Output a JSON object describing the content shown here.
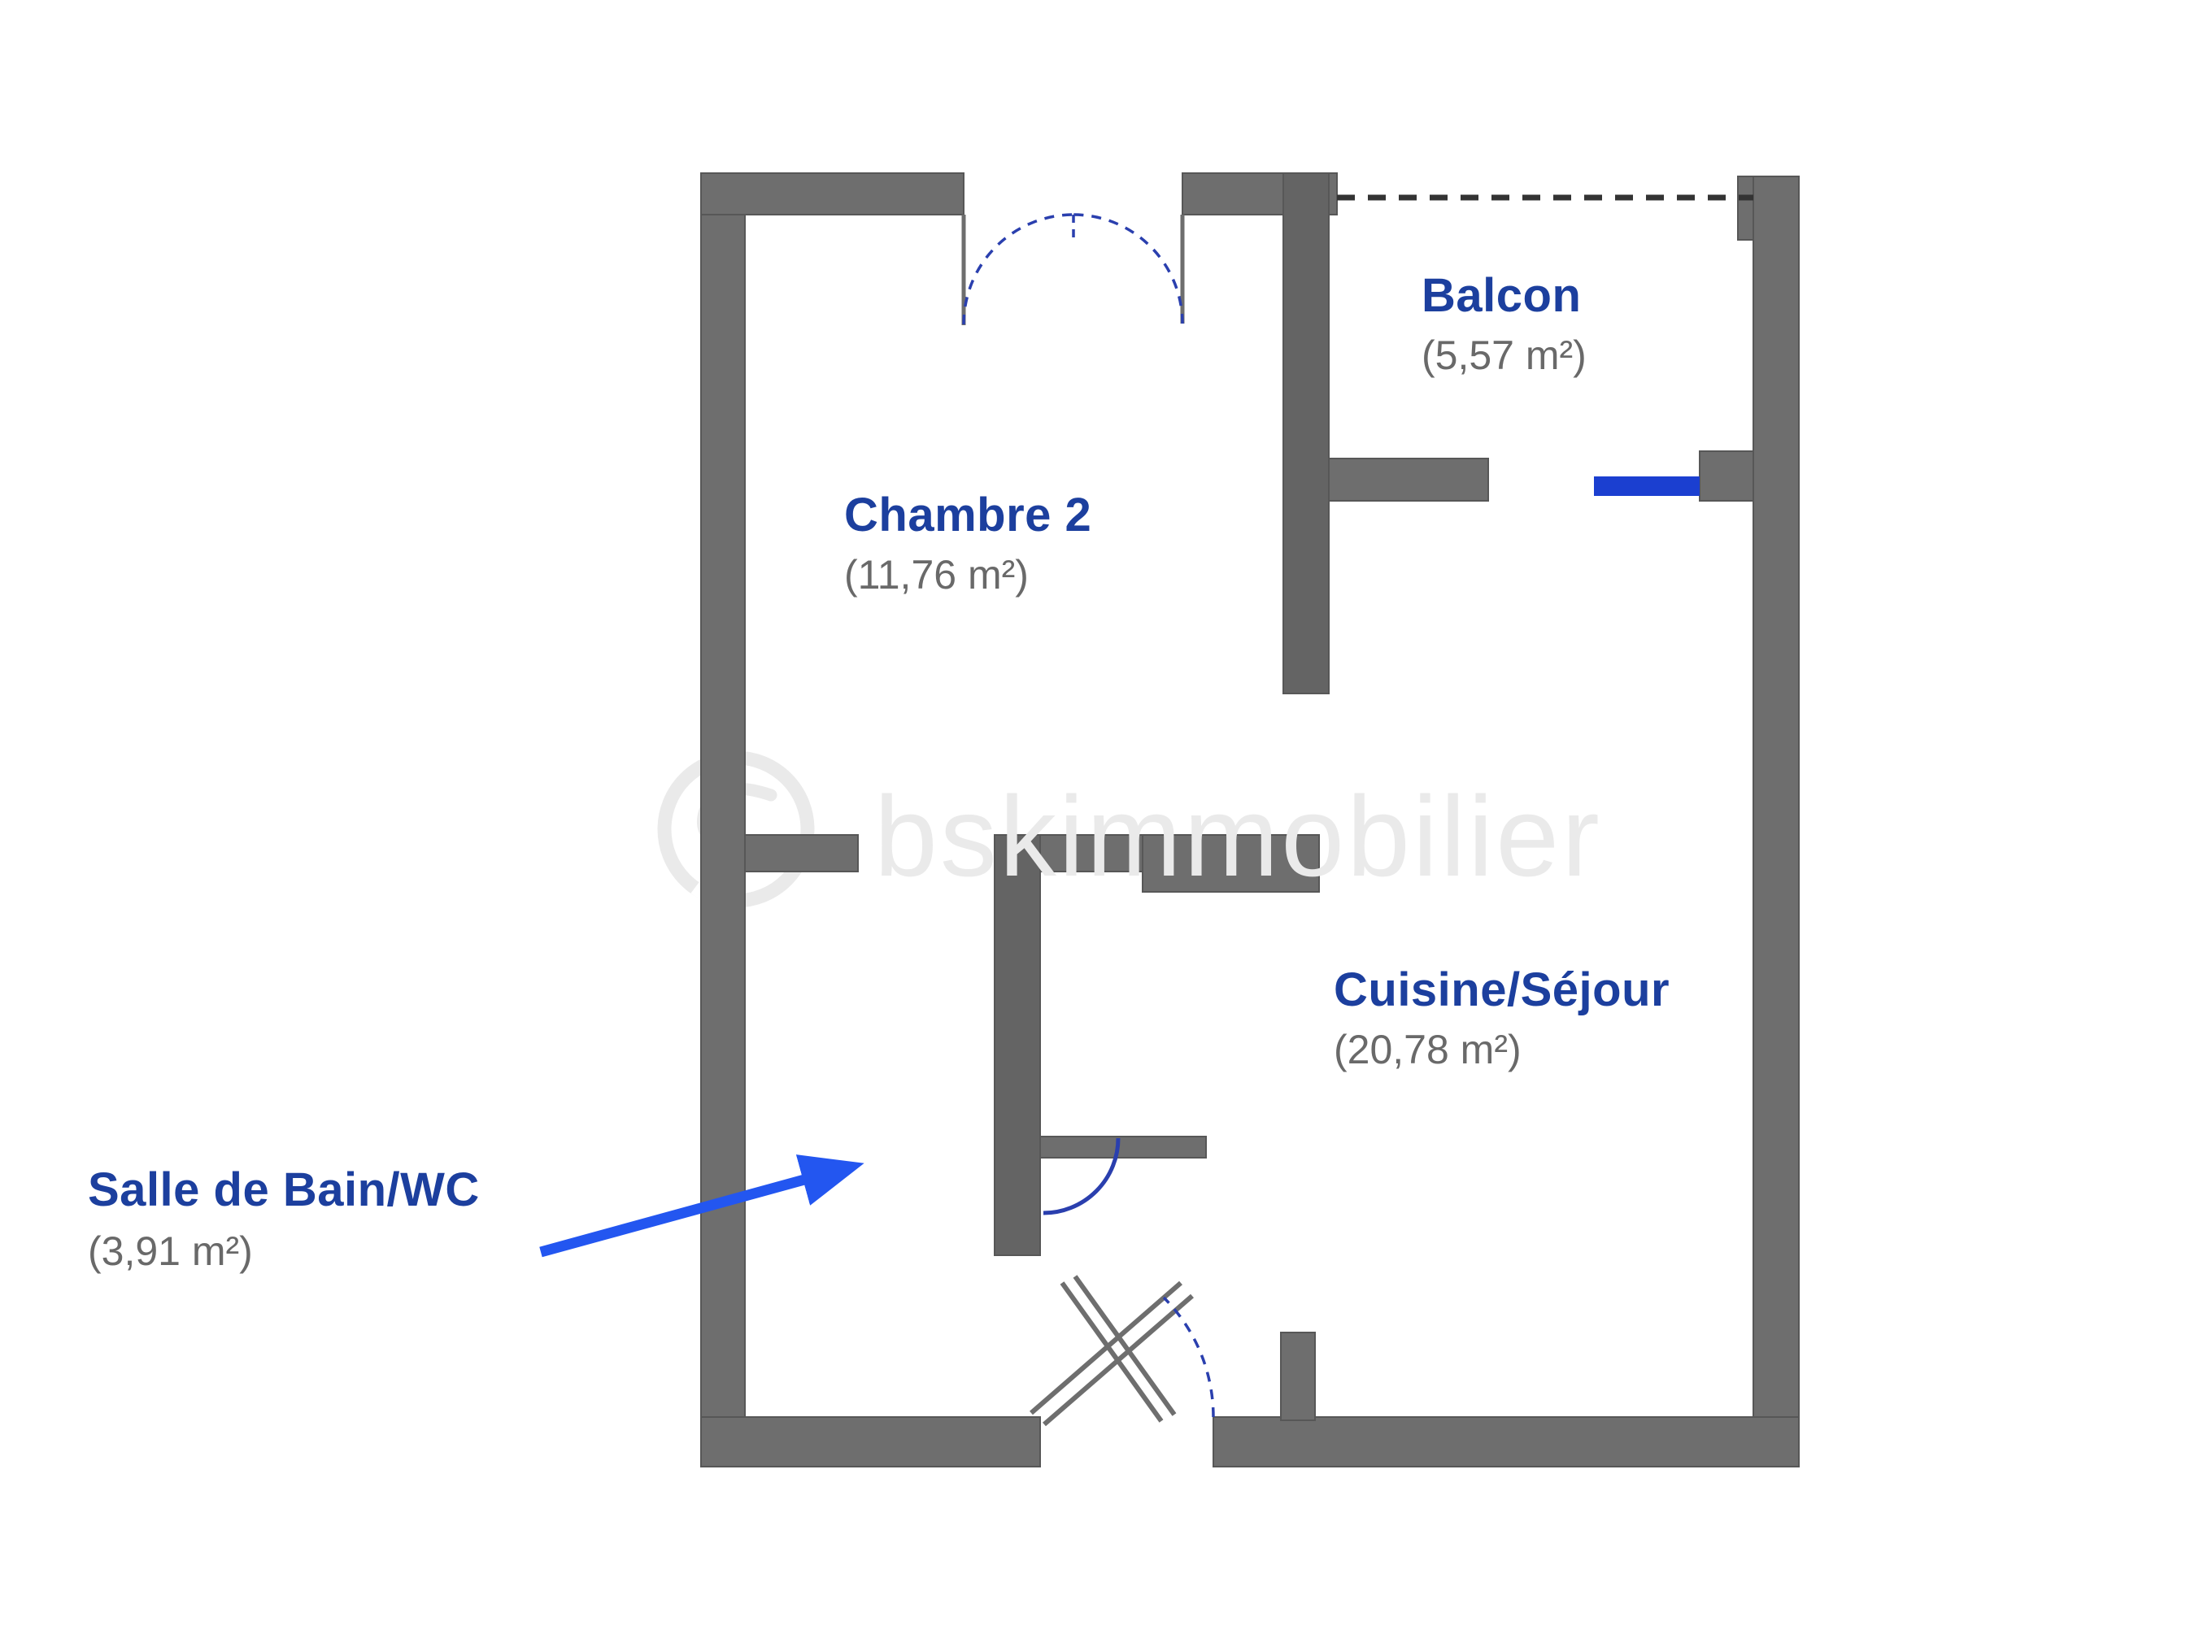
{
  "rooms": {
    "chambre2": {
      "name": "Chambre 2",
      "area": "(11,76 m²)"
    },
    "balcon": {
      "name": "Balcon",
      "area": "(5,57 m²)"
    },
    "cuisine": {
      "name": "Cuisine/Séjour",
      "area": "(20,78 m²)"
    },
    "sdb": {
      "name": "Salle de Bain/WC",
      "area": "(3,91 m²)"
    }
  },
  "watermark": {
    "text": "bskimmobilier"
  },
  "colors": {
    "room_label": "#1c3f9e",
    "area_text": "#696969",
    "wall": "#6e6e6e",
    "wall_edge": "#575757",
    "door_swing": "#2a3fae",
    "arrow": "#2356f0",
    "balcony_threshold": "#1b3fd0",
    "dashed_boundary": "#333333",
    "watermark": "#eaeaea"
  }
}
